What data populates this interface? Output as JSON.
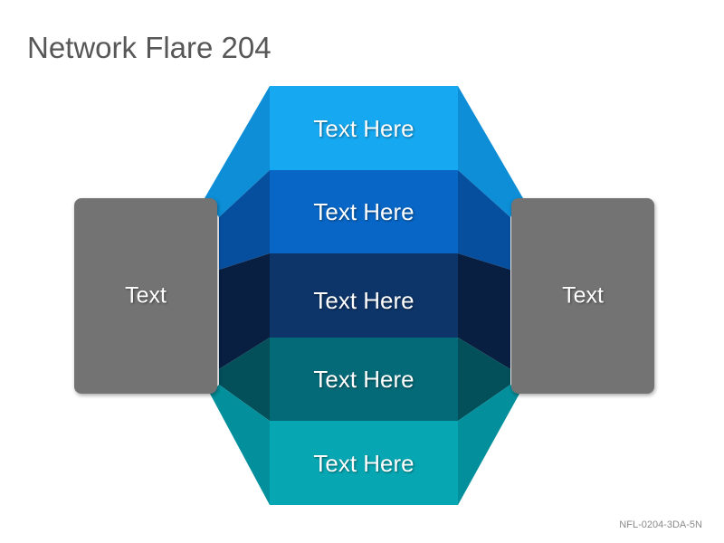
{
  "title": "Network Flare 204",
  "bands": [
    {
      "label": "Text Here",
      "front_color": "#16a8f0",
      "side_color": "#0d8ed6"
    },
    {
      "label": "Text Here",
      "front_color": "#0866c6",
      "side_color": "#064f9e"
    },
    {
      "label": "Text Here",
      "front_color": "#0d3569",
      "side_color": "#081f42"
    },
    {
      "label": "Text Here",
      "front_color": "#056a78",
      "side_color": "#034f5a"
    },
    {
      "label": "Text Here",
      "front_color": "#06a6b2",
      "side_color": "#03909c"
    }
  ],
  "left_box": {
    "label": "Text",
    "color": "#737373"
  },
  "right_box": {
    "label": "Text",
    "color": "#737373"
  },
  "footer_code": "NFL-0204-3DA-5N"
}
